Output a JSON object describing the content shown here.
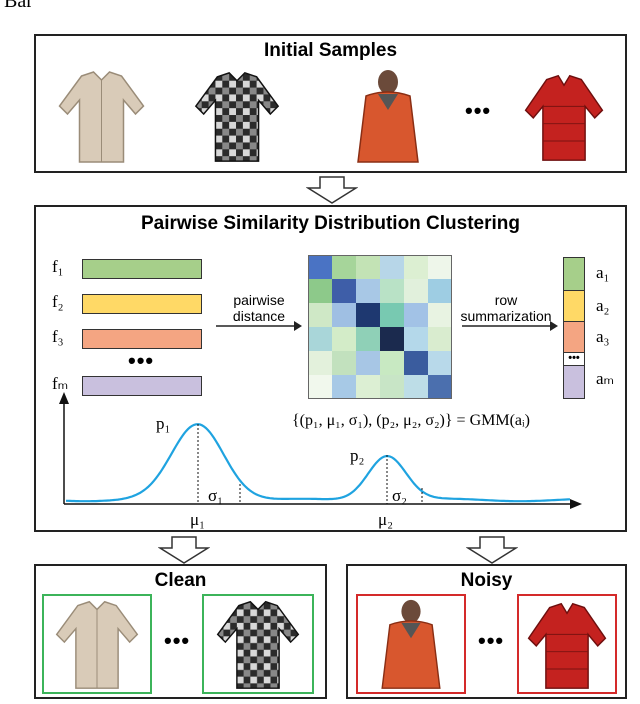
{
  "top_cut_text": "Bar",
  "initial": {
    "title": "Initial Samples",
    "ellipsis": "•••"
  },
  "psdc": {
    "title": "Pairwise Similarity Distribution Clustering",
    "features": [
      "f₁",
      "f₂",
      "f₃",
      "•••",
      "fₘ"
    ],
    "feature_colors": [
      "#a6cf8a",
      "#ffd966",
      "#f4a582",
      "#c9c0de"
    ],
    "arrow1_label": "pairwise\ndistance",
    "arrow2_label": "row\nsummarization",
    "vector_labels": [
      "a₁",
      "a₂",
      "a₃",
      "aₘ"
    ],
    "vector_dots": "•••",
    "gmm_formula": "{(p₁, μ₁, σ₁), (p₂, μ₂, σ₂)} = GMM(aᵢ)",
    "curve_labels": {
      "p1": "p₁",
      "p2": "p₂",
      "s1": "σ₁",
      "s2": "σ₂",
      "mu1": "μ₁",
      "mu2": "μ₂"
    },
    "curve_color": "#1fa3e0",
    "matrix_colors": [
      [
        "#4a73c4",
        "#a6d59a",
        "#c3e3b5",
        "#b7d6e8",
        "#dcefd2",
        "#eef6ea"
      ],
      [
        "#8dc98a",
        "#3e5ea8",
        "#a8c8e6",
        "#b9e2c6",
        "#e1f0dc",
        "#9ecde3"
      ],
      [
        "#cfe8c6",
        "#9fbfe3",
        "#1e3870",
        "#78c9b1",
        "#a2c2e6",
        "#e8f3e2"
      ],
      [
        "#a9d6d9",
        "#d3ecc8",
        "#8fd0b7",
        "#1b2a4e",
        "#b4d8ea",
        "#d9eccf"
      ],
      [
        "#e3f1dc",
        "#c2e1be",
        "#a7c6e5",
        "#c8e9c2",
        "#3a5c9e",
        "#b8d9ea"
      ],
      [
        "#f1f8ed",
        "#a7c9e6",
        "#dcefd3",
        "#c8e5c6",
        "#bddde7",
        "#4b6fae"
      ]
    ]
  },
  "clean": {
    "title": "Clean",
    "ellipsis": "•••",
    "frame_color": "#3cb45a"
  },
  "noisy": {
    "title": "Noisy",
    "ellipsis": "•••",
    "frame_color": "#d42a2a"
  }
}
